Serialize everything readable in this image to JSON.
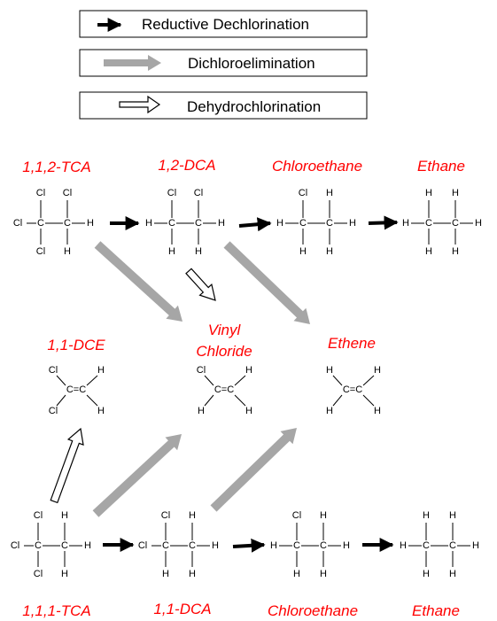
{
  "colors": {
    "name_red": "#ff0000",
    "reductive_arrow": "#000000",
    "dichloroelimination_arrow": "#a6a6a6",
    "dehydrochlorination_arrow": "#ffffff",
    "arrow_outline": "#000000"
  },
  "legend": {
    "reductive": "Reductive Dechlorination",
    "dichloroelimination": "Dichloroelimination",
    "dehydrochlorination": "Dehydrochlorination"
  },
  "compounds": {
    "tca112": {
      "name": "1,1,2-TCA",
      "atoms": [
        "Cl",
        "C",
        "C",
        "H",
        "Cl",
        "Cl",
        "Cl",
        "H"
      ]
    },
    "dca12": {
      "name": "1,2-DCA",
      "atoms": [
        "H",
        "C",
        "C",
        "H",
        "Cl",
        "Cl",
        "H",
        "H"
      ]
    },
    "chloroethane_top": {
      "name": "Chloroethane",
      "atoms": [
        "H",
        "C",
        "C",
        "H",
        "Cl",
        "H",
        "H",
        "H"
      ]
    },
    "ethane_top": {
      "name": "Ethane",
      "atoms": [
        "H",
        "C",
        "C",
        "H",
        "H",
        "H",
        "H",
        "H"
      ]
    },
    "dce11": {
      "name": "1,1-DCE",
      "formula": "C=C",
      "atoms": [
        "Cl",
        "Cl",
        "H",
        "H"
      ]
    },
    "vinyl_chloride": {
      "name_line1": "Vinyl",
      "name_line2": "Chloride",
      "formula": "C=C",
      "atoms": [
        "Cl",
        "H",
        "H",
        "H"
      ]
    },
    "ethene": {
      "name": "Ethene",
      "formula": "C=C",
      "atoms": [
        "H",
        "H",
        "H",
        "H"
      ]
    },
    "tca111": {
      "name": "1,1,1-TCA",
      "atoms": [
        "Cl",
        "C",
        "C",
        "H",
        "Cl",
        "H",
        "Cl",
        "H"
      ]
    },
    "dca11": {
      "name": "1,1-DCA",
      "atoms": [
        "Cl",
        "C",
        "C",
        "H",
        "Cl",
        "H",
        "H",
        "H"
      ]
    },
    "chloroethane_bottom": {
      "name": "Chloroethane",
      "atoms": [
        "H",
        "C",
        "C",
        "H",
        "Cl",
        "H",
        "H",
        "H"
      ]
    },
    "ethane_bottom": {
      "name": "Ethane",
      "atoms": [
        "H",
        "C",
        "C",
        "H",
        "H",
        "H",
        "H",
        "H"
      ]
    }
  }
}
